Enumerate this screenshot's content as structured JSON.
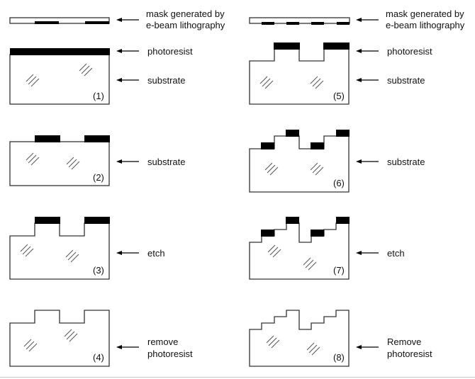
{
  "title": "Multilevel diffractive optics fabrication with e-beam lithography masks",
  "colors": {
    "outline": "#333333",
    "photoresist": "#000000",
    "background": "#ffffff",
    "rule": "#c8c8c8"
  },
  "columns": [
    {
      "id": "left",
      "mask_label_line1": "mask generated by",
      "mask_label_line2": "e-beam lithography",
      "mask_segments": 2,
      "steps": [
        {
          "number": "(1)",
          "label_lines": [
            "photoresist",
            "substrate"
          ],
          "shape": "flat substrate with full photoresist layer"
        },
        {
          "number": "(2)",
          "label_lines": [
            "substrate"
          ],
          "shape": "flat substrate with 2 resist pads"
        },
        {
          "number": "(3)",
          "label_lines": [
            "etch"
          ],
          "shape": "one-level etched with resist pads"
        },
        {
          "number": "(4)",
          "label_lines": [
            "remove",
            "photoresist"
          ],
          "shape": "binary (2-level) profile"
        }
      ]
    },
    {
      "id": "right",
      "mask_label_line1": "mask generated by",
      "mask_label_line2": "e-beam lithography",
      "mask_segments": 4,
      "steps": [
        {
          "number": "(5)",
          "label_lines": [
            "photoresist",
            "substrate"
          ],
          "shape": "binary profile with resist on top levels"
        },
        {
          "number": "(6)",
          "label_lines": [
            "substrate"
          ],
          "shape": "binary profile with 4 resist pads"
        },
        {
          "number": "(7)",
          "label_lines": [
            "etch"
          ],
          "shape": "second etch with resist pads"
        },
        {
          "number": "(8)",
          "label_lines": [
            "Remove",
            "photoresist"
          ],
          "shape": "4-level staircase profile"
        }
      ]
    }
  ],
  "labels": {
    "mask_1a": "mask generated by",
    "mask_1b": "e-beam lithography",
    "mask_2a": "mask generated by",
    "mask_2b": "e-beam lithography",
    "s1_photoresist": "photoresist",
    "s1_substrate": "substrate",
    "s2_substrate": "substrate",
    "s3_etch": "etch",
    "s4_remove": "remove",
    "s4_photoresist": "photoresist",
    "s5_photoresist": "photoresist",
    "s5_substrate": "substrate",
    "s6_substrate": "substrate",
    "s7_etch": "etch",
    "s8_remove": "Remove",
    "s8_photoresist": "photoresist",
    "n1": "(1)",
    "n2": "(2)",
    "n3": "(3)",
    "n4": "(4)",
    "n5": "(5)",
    "n6": "(6)",
    "n7": "(7)",
    "n8": "(8)"
  }
}
